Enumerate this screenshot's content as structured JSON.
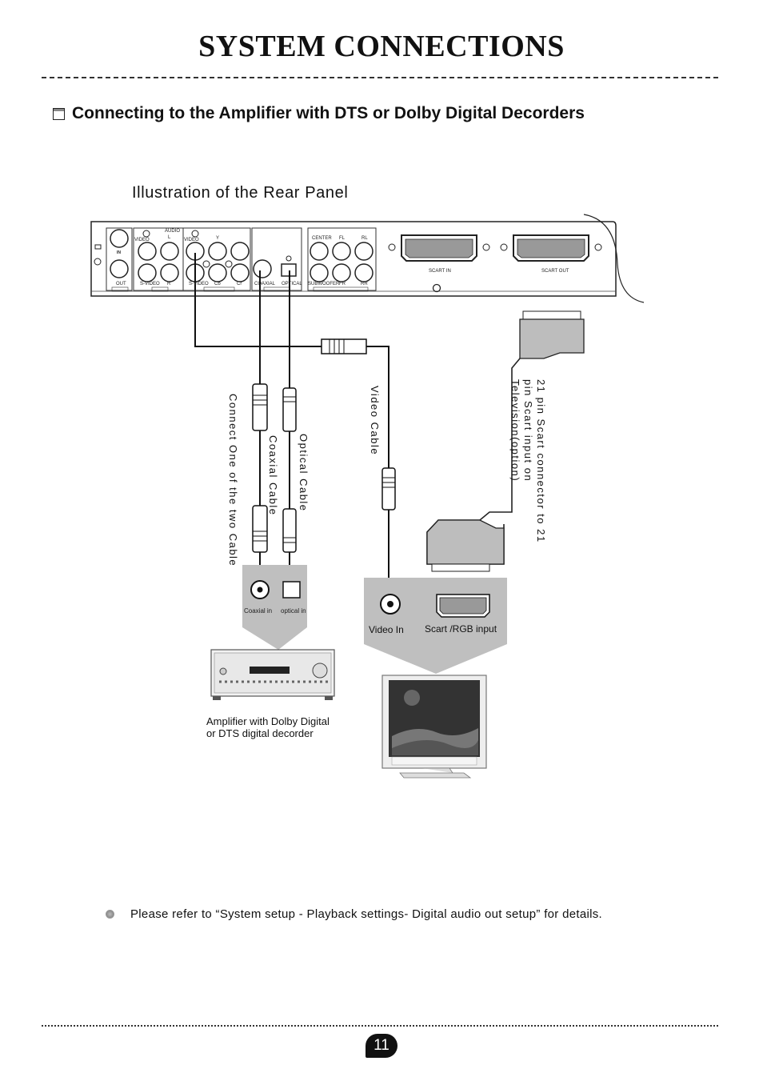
{
  "page": {
    "title": "SYSTEM CONNECTIONS",
    "section_heading": "Connecting to the Amplifier with DTS or Dolby Digital Decorders",
    "illustration_title": "Illustration of the Rear Panel",
    "note": "Please refer to “System setup - Playback settings- Digital audio out setup” for details.",
    "page_number": "11"
  },
  "rear_panel": {
    "labels": {
      "in": "IN",
      "out": "OUT",
      "video": "VIDEO",
      "audio": "AUDIO",
      "l": "L",
      "r": "R",
      "s_video": "S-VIDEO",
      "y": "Y",
      "cb": "Cb",
      "cr": "Cr",
      "coaxial": "COAXIAL",
      "optical": "OPTICAL",
      "center": "CENTER",
      "fl": "FL",
      "rl": "RL",
      "subwoofer": "SUBWOOFER",
      "fr": "FR",
      "rr": "RR",
      "scart_in": "SCART IN",
      "scart_out": "SCART OUT"
    }
  },
  "cables": {
    "connect_one": "Connect One of the two Cable",
    "coaxial": "Coaxial Cable",
    "optical": "Optical Cable",
    "video": "Video Cable",
    "scart": "21 pin Scart connector to 21 pin Scart input on Television(option)"
  },
  "amplifier": {
    "coaxial_in": "Coaxial in",
    "optical_in": "optical in",
    "caption_line1": "Amplifier with Dolby Digital",
    "caption_line2": "or DTS digital decorder"
  },
  "television": {
    "video_in": "Video In",
    "scart_input": "Scart /RGB input"
  },
  "colors": {
    "callout_gray": "#bfbfbf",
    "ink": "#111111"
  }
}
